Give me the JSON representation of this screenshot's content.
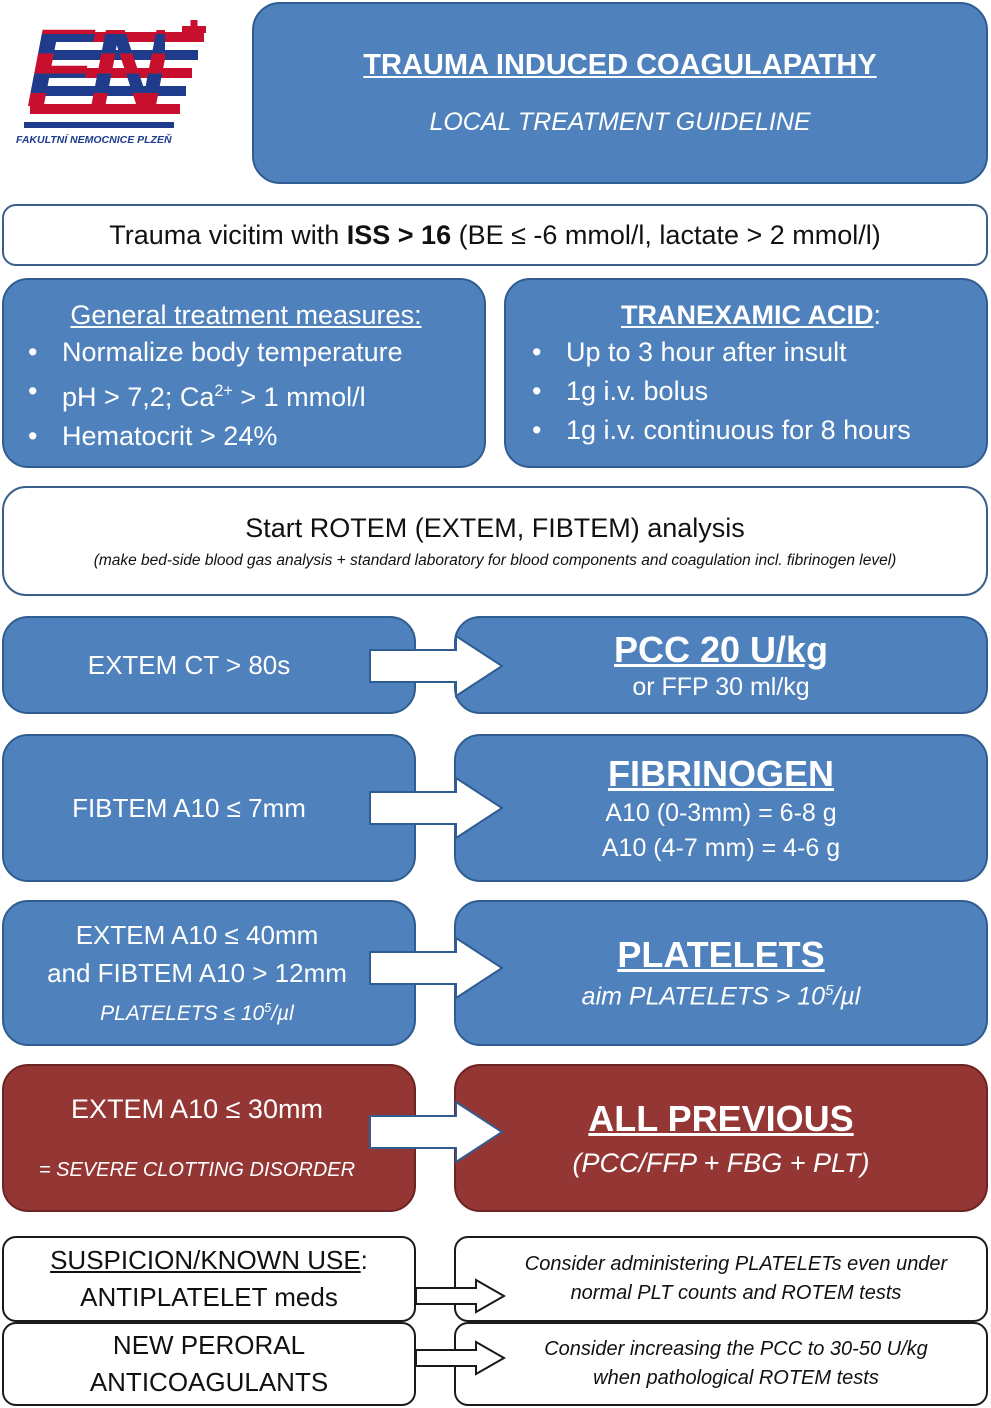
{
  "logo": {
    "letters": "FN",
    "subtitle": "FAKULTNÍ NEMOCNICE PLZEŇ"
  },
  "header": {
    "title": "TRAUMA INDUCED COAGULAPATHY",
    "subtitle": "LOCAL TREATMENT GUIDELINE"
  },
  "criteria": {
    "prefix": "Trauma vicitim with ",
    "iss": "ISS > 16",
    "suffix": " (BE ≤ -6 mmol/l, lactate > 2 mmol/l)"
  },
  "general": {
    "title": "General treatment measures:",
    "items": [
      "Normalize body temperature",
      "pH > 7,2;  Ca",
      "Hematocrit > 24%"
    ],
    "ca_sup": "2+",
    "ca_rest": " > 1 mmol/l"
  },
  "txa": {
    "title": "TRANEXAMIC ACID",
    "colon": ":",
    "items": [
      "Up to 3 hour after insult",
      "1g i.v. bolus",
      "1g i.v. continuous for 8 hours"
    ]
  },
  "rotem": {
    "title": "Start ROTEM (EXTEM, FIBTEM) analysis",
    "note": "(make bed-side blood gas analysis + standard laboratory for blood components and coagulation incl. fibrinogen level)"
  },
  "rows": [
    {
      "cond": [
        "EXTEM CT > 80s"
      ],
      "action_title": "PCC 20 U/kg",
      "action_lines": [
        "or FFP 30 ml/kg"
      ]
    },
    {
      "cond": [
        "FIBTEM A10 ≤ 7mm"
      ],
      "action_title": "FIBRINOGEN",
      "action_lines": [
        "A10 (0-3mm) = 6-8 g",
        "A10 (4-7 mm) = 4-6 g"
      ]
    },
    {
      "cond": [
        "EXTEM A10 ≤ 40mm",
        "and FIBTEM A10 > 12mm"
      ],
      "cond_italic_pre": "PLATELETS ≤ 10",
      "cond_italic_sup": "5",
      "cond_italic_post": "/µl",
      "action_title": "PLATELETS",
      "action_pre": "aim PLATELETS > 10",
      "action_sup": "5",
      "action_post": "/µl"
    },
    {
      "cond": [
        "EXTEM A10 ≤ 30mm"
      ],
      "cond_note": "= SEVERE CLOTTING DISORDER",
      "action_title": "ALL PREVIOUS",
      "action_lines": [
        "(PCC/FFP + FBG + PLT)"
      ]
    }
  ],
  "antiplatelet": {
    "title": "SUSPICION/KNOWN USE",
    "colon": ":",
    "line2": "ANTIPLATELET meds",
    "advice": [
      "Consider administering PLATELETs even under",
      "normal PLT counts and ROTEM tests"
    ]
  },
  "anticoag": {
    "lines": [
      "NEW PERORAL",
      "ANTICOAGULANTS"
    ],
    "advice": [
      "Consider increasing the PCC to 30-50 U/kg",
      "when pathological ROTEM tests"
    ]
  },
  "colors": {
    "blue": "#4f81bd",
    "red": "#943634",
    "border": "#2f5d91"
  }
}
